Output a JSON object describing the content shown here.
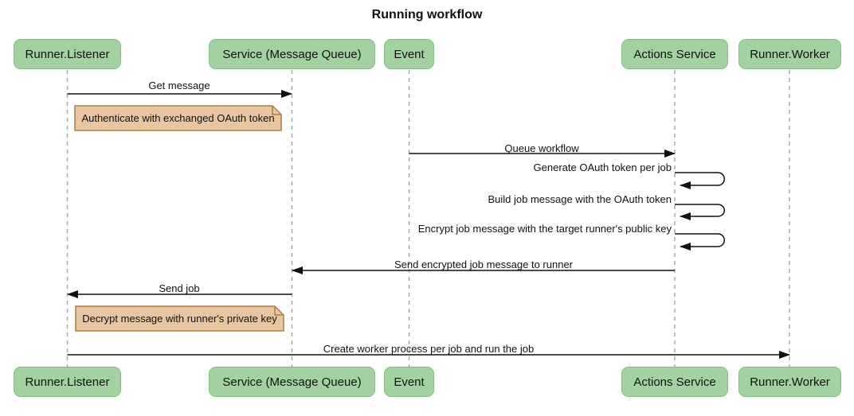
{
  "title": "Running workflow",
  "diagram_type": "sequence",
  "participants": [
    {
      "label": "Runner.Listener"
    },
    {
      "label": "Service (Message Queue)"
    },
    {
      "label": "Event"
    },
    {
      "label": "Actions Service"
    },
    {
      "label": "Runner.Worker"
    }
  ],
  "messages": [
    {
      "type": "arrow",
      "from": "Runner.Listener",
      "to": "Service (Message Queue)",
      "label": "Get message"
    },
    {
      "type": "note",
      "over": "Runner.Listener and Service (Message Queue)",
      "label": "Authenticate with exchanged OAuth token"
    },
    {
      "type": "arrow",
      "from": "Event",
      "to": "Actions Service",
      "label": "Queue workflow"
    },
    {
      "type": "self",
      "on": "Actions Service",
      "label": "Generate OAuth token per job"
    },
    {
      "type": "self",
      "on": "Actions Service",
      "label": "Build job message with the OAuth token"
    },
    {
      "type": "self",
      "on": "Actions Service",
      "label": "Encrypt job message with the target runner's public key"
    },
    {
      "type": "arrow",
      "from": "Actions Service",
      "to": "Service (Message Queue)",
      "label": "Send encrypted job message to runner"
    },
    {
      "type": "arrow",
      "from": "Service (Message Queue)",
      "to": "Runner.Listener",
      "label": "Send job"
    },
    {
      "type": "note",
      "over": "Runner.Listener and Service (Message Queue)",
      "label": "Decrypt message with runner's private key"
    },
    {
      "type": "arrow",
      "from": "Runner.Listener",
      "to": "Runner.Worker",
      "label": "Create worker process per job and run the job"
    }
  ],
  "colors": {
    "actor_fill": "#a2d2a2",
    "actor_border": "#85bd85",
    "note_fill": "#e9c69f",
    "note_border": "#aa7d4c",
    "lifeline": "#a9a9a9",
    "arrow": "#111111",
    "text": "#111111",
    "background": "#ffffff"
  }
}
